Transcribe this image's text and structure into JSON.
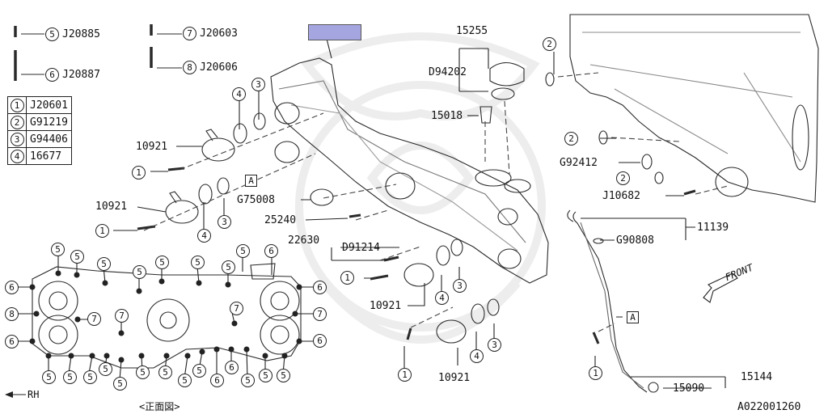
{
  "diagram": {
    "highlight_color": "#a5a6e0",
    "reference_code": "A022001260",
    "front_view_label": "<正面図>",
    "rh_label": "RH",
    "front_label": "FRONT",
    "ref_box_label": "A"
  },
  "bolt_callouts": [
    {
      "num": "5",
      "code": "J20885"
    },
    {
      "num": "6",
      "code": "J20887"
    },
    {
      "num": "7",
      "code": "J20603"
    },
    {
      "num": "8",
      "code": "J20606"
    }
  ],
  "legend": [
    {
      "num": "1",
      "code": "J20601"
    },
    {
      "num": "2",
      "code": "G91219"
    },
    {
      "num": "3",
      "code": "G94406"
    },
    {
      "num": "4",
      "code": "16677"
    }
  ],
  "part_labels": [
    "15255",
    "D94202",
    "15018",
    "10921",
    "10921",
    "G75008",
    "25240",
    "22630",
    "D91214",
    "10921",
    "10921",
    "G92412",
    "J10682",
    "11139",
    "G90808",
    "15144",
    "15090"
  ]
}
